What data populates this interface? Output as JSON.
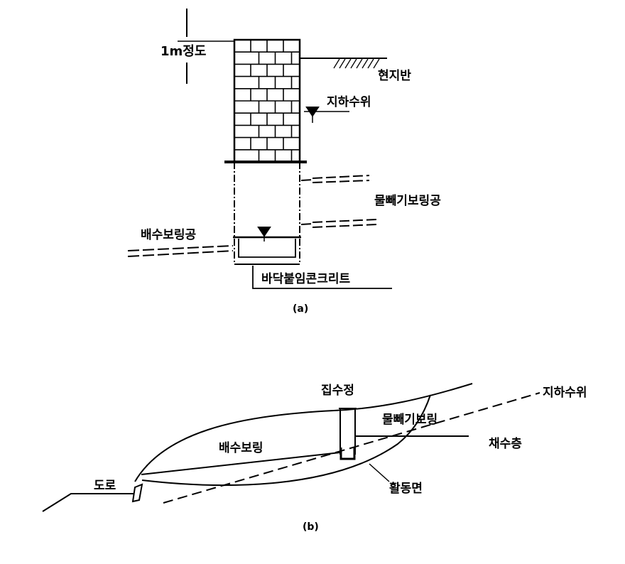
{
  "diagram_a": {
    "caption": "(a)",
    "labels": {
      "depth": "1m정도",
      "ground": "현지반",
      "groundwater": "지하수위",
      "collection_boring": "물빼기보링공",
      "drainage_boring": "배수보링공",
      "bottom_concrete": "바닥붙임콘크리트"
    }
  },
  "diagram_b": {
    "caption": "(b)",
    "labels": {
      "well": "집수정",
      "groundwater": "지하수위",
      "collection_boring": "물빼기보링",
      "aquifer": "채수층",
      "drainage_boring": "배수보링",
      "road": "도로",
      "slip_surface": "활동면"
    }
  }
}
